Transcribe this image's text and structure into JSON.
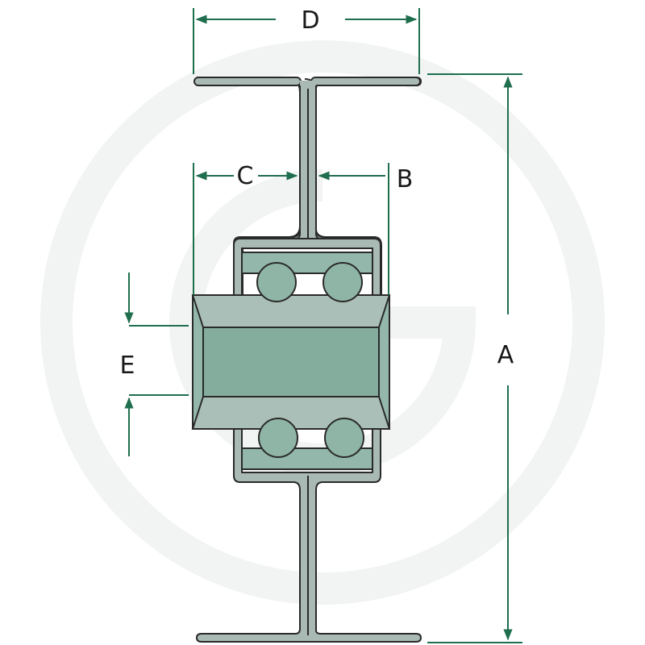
{
  "diagram": {
    "labels": {
      "a": "A",
      "b": "B",
      "c": "C",
      "d": "D",
      "e": "E"
    },
    "colors": {
      "dimension": "#1f6e4e",
      "steel": "#a9b9b4",
      "steel_outline": "#2a2a2a",
      "bearing": "#93b8ab",
      "bearing_dark": "#7ea696",
      "ball": "#8fb5a6",
      "watermark": "#f1f4f3"
    }
  }
}
